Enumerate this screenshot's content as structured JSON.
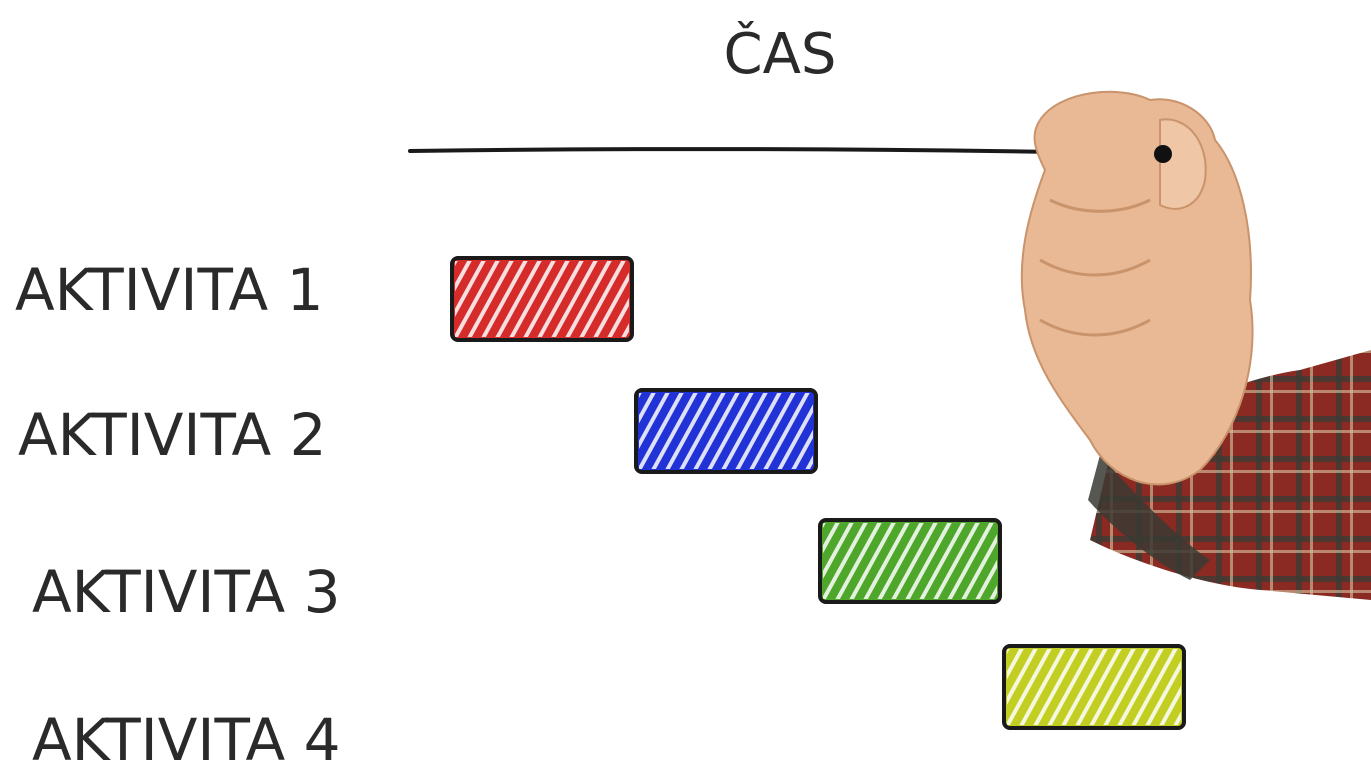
{
  "chart_data": {
    "type": "gantt",
    "axis_label": "ČAS",
    "tasks": [
      {
        "name": "AKTIVITA 1",
        "start": 0,
        "end": 1,
        "color": "#d62b2b"
      },
      {
        "name": "AKTIVITA 2",
        "start": 1,
        "end": 2,
        "color": "#2133d6"
      },
      {
        "name": "AKTIVITA 3",
        "start": 2,
        "end": 3,
        "color": "#4ea62a"
      },
      {
        "name": "AKTIVITA 4",
        "start": 3,
        "end": 4,
        "color": "#c2cf22"
      }
    ],
    "xlim": [
      0,
      4
    ],
    "grid": false,
    "legend": "none"
  },
  "decorations": {
    "hand_icon": "hand-holding-marker-icon",
    "shirt_color": "#8a2a22",
    "skin_color": "#e9b894"
  }
}
